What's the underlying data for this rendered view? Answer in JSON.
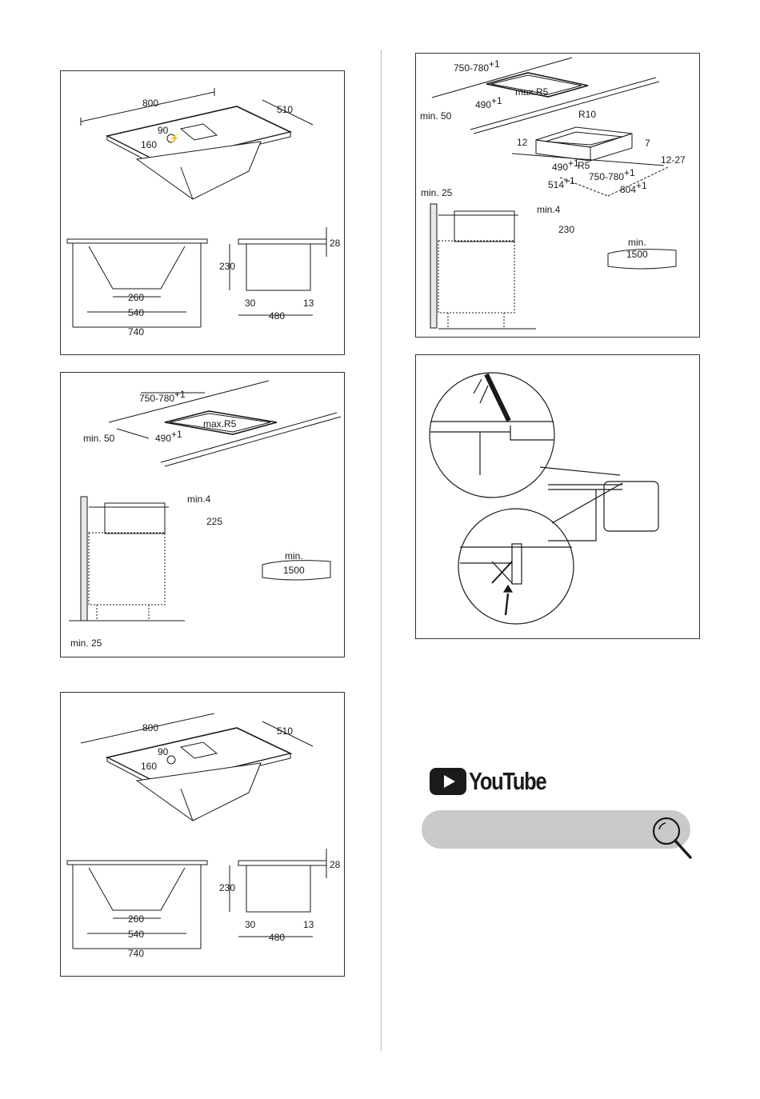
{
  "panel_a": {
    "width_800": "800",
    "depth_510": "510",
    "d90": "90",
    "d160": "160",
    "h_260": "260",
    "h_540": "540",
    "h_740": "740",
    "h_28": "28",
    "h_230": "230",
    "h_30": "30",
    "h_13": "13",
    "h_480": "480"
  },
  "panel_b": {
    "cut_w": "750-780",
    "cut_w_sup": "+1",
    "cut_d": "490",
    "cut_d_sup": "+1",
    "radius": "max.R5",
    "edge_min": "min. 50",
    "gap": "min.4",
    "height": "225",
    "cable_min": "min.",
    "cable_len": "1500",
    "wall_min": "min. 25"
  },
  "panel_c": {
    "width_800": "800",
    "depth_510": "510",
    "d90": "90",
    "d160": "160",
    "h_260": "260",
    "h_540": "540",
    "h_740": "740",
    "h_28": "28",
    "h_230": "230",
    "h_30": "30",
    "h_13": "13",
    "h_480": "480"
  },
  "panel_d": {
    "cut_w": "750-780",
    "cut_w_sup": "+1",
    "cut_d": "490",
    "cut_d_sup": "+1",
    "radius": "max.R5",
    "edge_min": "min. 50",
    "r10": "R10",
    "d7": "7",
    "d12": "12",
    "d12_27": "12-27",
    "rec_d": "490",
    "rec_d_sup": "+1",
    "r5": "R5",
    "rec_w": "750-780",
    "rec_w_sup": "+1",
    "out_d": "514",
    "out_d_sup": "+1",
    "out_w": "804",
    "out_w_sup": "+1",
    "wall_min": "min. 25",
    "gap": "min.4",
    "height": "230",
    "cable_min": "min.",
    "cable_len": "1500"
  },
  "youtube": {
    "wordmark": "YouTube"
  },
  "icons": {
    "play": "play-icon",
    "search": "magnifier-icon",
    "power": "power-icon",
    "sealant": "sealant-gun-icon"
  }
}
